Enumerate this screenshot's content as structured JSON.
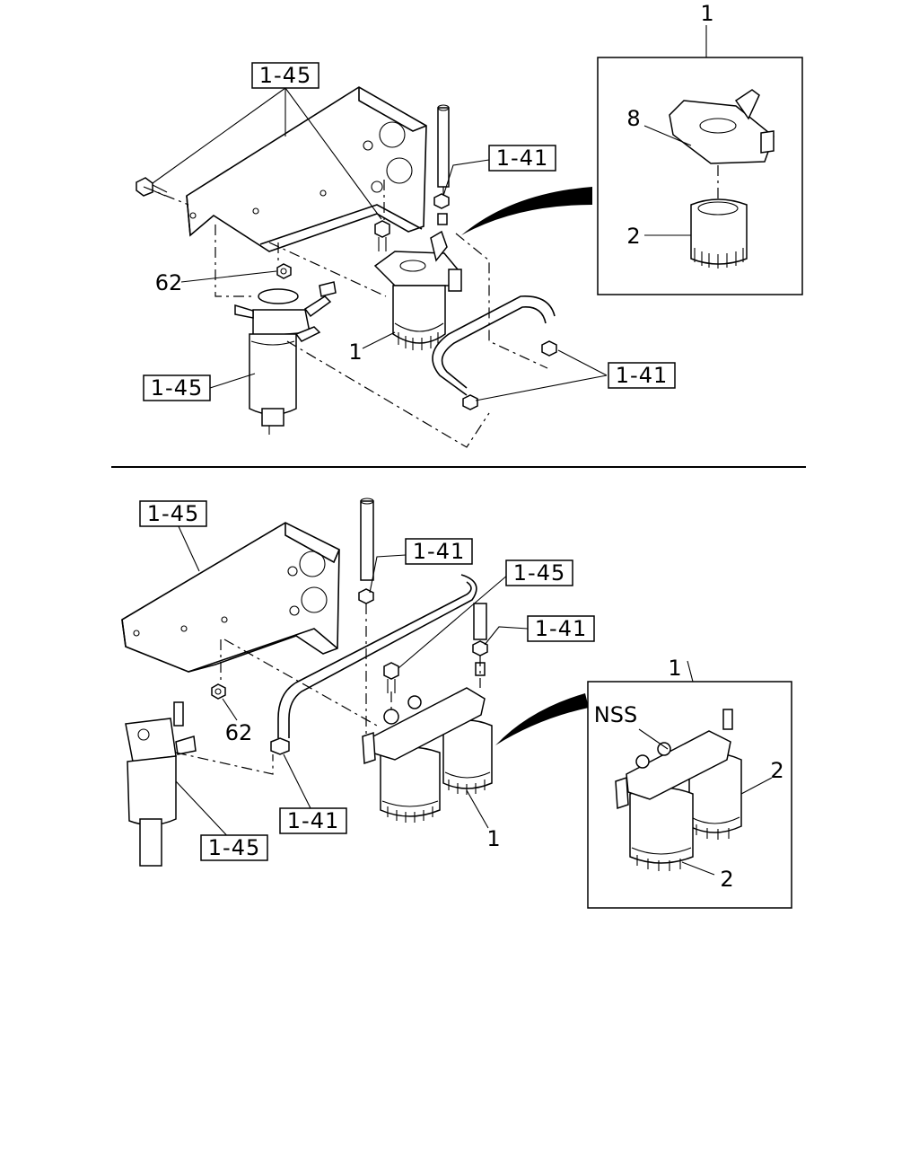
{
  "diagram": {
    "top_view": {
      "detail_ref": "1",
      "detail_labels": [
        "8",
        "2"
      ],
      "labels": {
        "callout_top": "1-45",
        "callout_pipe": "1-41",
        "callout_clamps": "1-41",
        "callout_filter": "1-45",
        "nut": "62",
        "filter": "1"
      }
    },
    "bottom_view": {
      "detail_ref": "1",
      "detail_labels": [
        "NSS",
        "2",
        "2"
      ],
      "labels": {
        "callout_bracket": "1-45",
        "callout_pipe": "1-41",
        "callout_bolt": "1-45",
        "callout_pipe2": "1-41",
        "callout_clamp": "1-41",
        "callout_filter": "1-45",
        "nut": "62",
        "filter": "1"
      }
    }
  }
}
